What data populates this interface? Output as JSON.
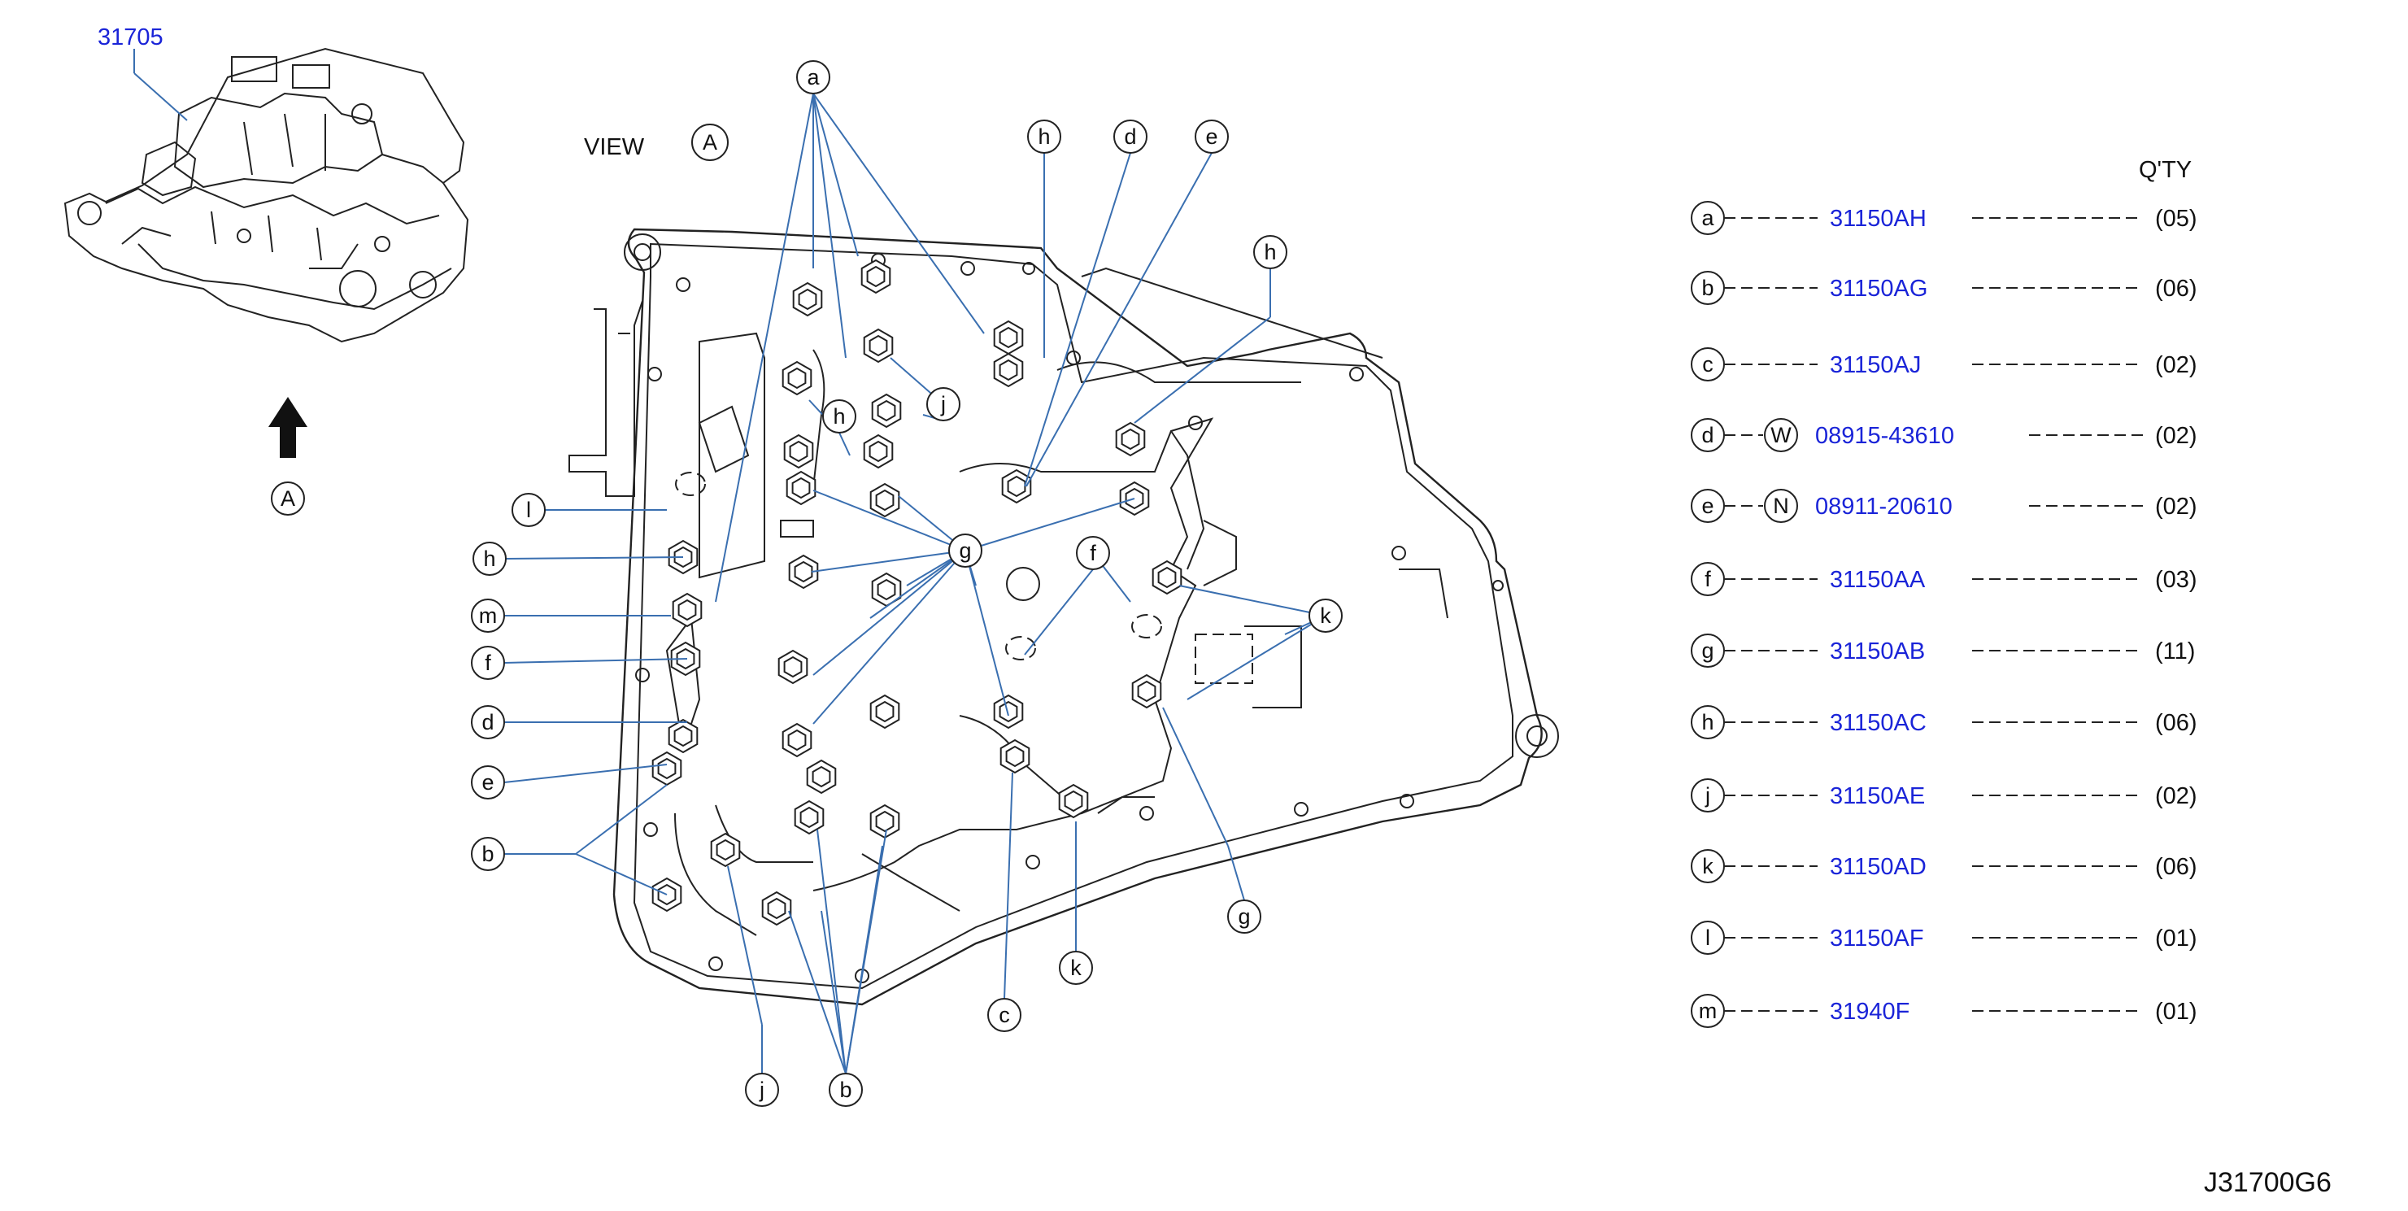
{
  "diagram": {
    "assembly_part_number": "31705",
    "view_label": "VIEW",
    "view_marker": "A",
    "arrow_marker": "A",
    "qty_header": "Q'TY",
    "drawing_number": "J31700G6",
    "legend": [
      {
        "key": "a",
        "prefix": "",
        "part": "31150AH",
        "qty": "(05)"
      },
      {
        "key": "b",
        "prefix": "",
        "part": "31150AG",
        "qty": "(06)"
      },
      {
        "key": "c",
        "prefix": "",
        "part": "31150AJ",
        "qty": "(02)"
      },
      {
        "key": "d",
        "prefix": "W",
        "part": "08915-43610",
        "qty": "(02)"
      },
      {
        "key": "e",
        "prefix": "N",
        "part": "08911-20610",
        "qty": "(02)"
      },
      {
        "key": "f",
        "prefix": "",
        "part": "31150AA",
        "qty": "(03)"
      },
      {
        "key": "g",
        "prefix": "",
        "part": "31150AB",
        "qty": "(11)"
      },
      {
        "key": "h",
        "prefix": "",
        "part": "31150AC",
        "qty": "(06)"
      },
      {
        "key": "j",
        "prefix": "",
        "part": "31150AE",
        "qty": "(02)"
      },
      {
        "key": "k",
        "prefix": "",
        "part": "31150AD",
        "qty": "(06)"
      },
      {
        "key": "l",
        "prefix": "",
        "part": "31150AF",
        "qty": "(01)"
      },
      {
        "key": "m",
        "prefix": "",
        "part": "31940F",
        "qty": "(01)"
      }
    ],
    "callouts": [
      "a",
      "h",
      "d",
      "e",
      "h",
      "j",
      "h",
      "g",
      "f",
      "k",
      "l",
      "h",
      "m",
      "f",
      "d",
      "e",
      "b",
      "g",
      "k",
      "c",
      "j",
      "b"
    ]
  }
}
